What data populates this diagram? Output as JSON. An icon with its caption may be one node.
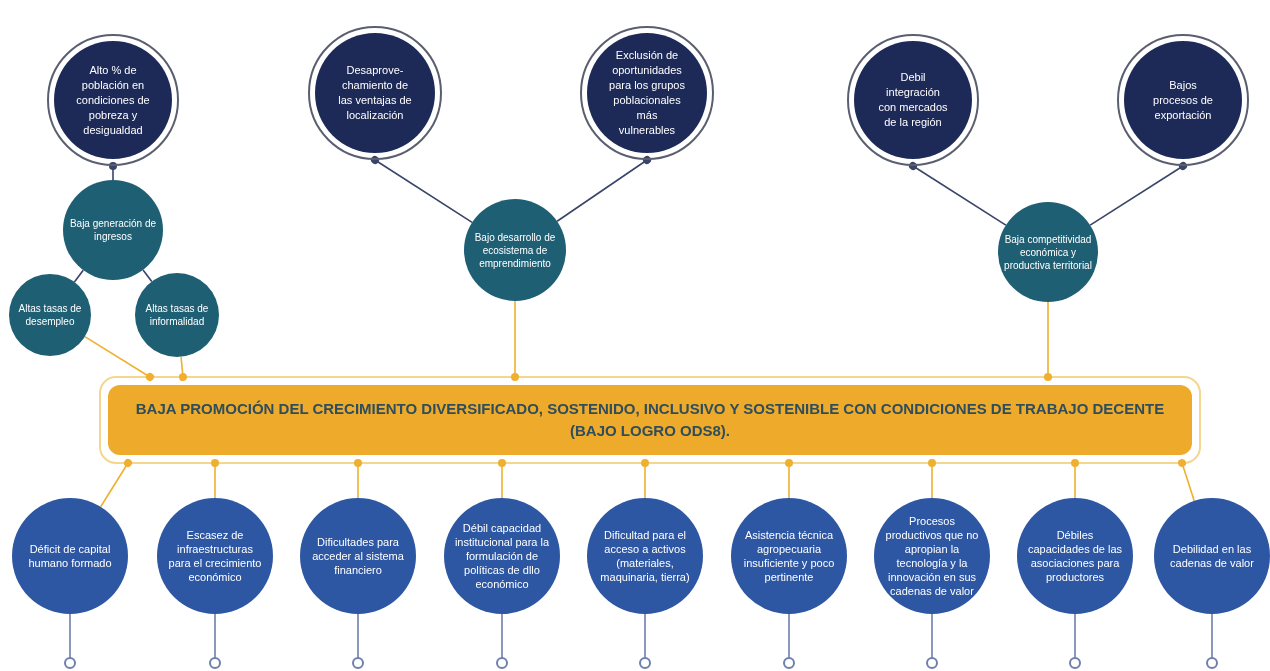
{
  "diagram": {
    "nodes": [
      {
        "text": [
          "Alto % de población en condiciones de pobreza y desigualdad"
        ]
      },
      {
        "text": [
          "Desaprove-chamiento de las ventajas de localización"
        ]
      },
      {
        "text": [
          "Exclusión de oportunidades para los grupos poblacionales más vulnerables"
        ]
      },
      {
        "text": [
          "Debil integración con mercados de la región"
        ]
      },
      {
        "text": [
          "Bajos procesos de exportación"
        ]
      },
      {
        "text": [
          "Baja generación de ingresos"
        ]
      },
      {
        "text": [
          "Altas tasas de desempleo"
        ]
      },
      {
        "text": [
          "Altas tasas de informalidad"
        ]
      },
      {
        "text": [
          "Bajo desarrollo de ecosistema de emprendimiento"
        ]
      },
      {
        "text": [
          "Baja competitividad económica y productiva territorial"
        ]
      },
      {
        "text": [
          "BAJA PROMOCIÓN DEL CRECIMIENTO DIVERSIFICADO, SOSTENIDO, INCLUSIVO Y SOSTENIBLE CON CONDICIONES DE TRABAJO DECENTE (BAJO LOGRO ODS8)."
        ]
      },
      {
        "text": [
          "Déficit de capital humano formado"
        ]
      },
      {
        "text": [
          "Escasez de infraestructuras para el crecimiento económico"
        ]
      },
      {
        "text": [
          "Dificultades para acceder al sistema financiero"
        ]
      },
      {
        "text": [
          "Débil capacidad institucional para la formulación de políticas de dllo económico"
        ]
      },
      {
        "text": [
          "Dificultad para el acceso a activos (materiales, maquinaria, tierra)"
        ]
      },
      {
        "text": [
          "Asistencia técnica agropecuaria insuficiente y poco pertinente"
        ]
      },
      {
        "text": [
          "Procesos productivos que no apropian la tecnología y la innovación en sus cadenas de valor"
        ]
      },
      {
        "text": [
          "Débiles capacidades de las asociaciones para productores"
        ]
      },
      {
        "text": [
          "Debilidad en las cadenas de valor"
        ]
      }
    ],
    "edges": [
      {
        "from": 0,
        "to": 5,
        "arrow": "other",
        "color": "#3a4468"
      },
      {
        "from": 5,
        "to": 6,
        "arrow": "none",
        "color": "#3a4468"
      },
      {
        "from": 5,
        "to": 7,
        "arrow": "none",
        "color": "#3a4468"
      },
      {
        "from": 1,
        "to": 8,
        "arrow": "other",
        "color": "#3a4468"
      },
      {
        "from": 2,
        "to": 8,
        "arrow": "other",
        "color": "#3a4468"
      },
      {
        "from": 3,
        "to": 9,
        "arrow": "other",
        "color": "#3a4468"
      },
      {
        "from": 4,
        "to": 9,
        "arrow": "other",
        "color": "#3a4468"
      },
      {
        "from": 10,
        "to": 6,
        "arrow": "other"
      },
      {
        "from": 10,
        "to": 7,
        "arrow": "other"
      },
      {
        "from": 10,
        "to": 8,
        "arrow": "other"
      },
      {
        "from": 10,
        "to": 9,
        "arrow": "other"
      },
      {
        "from": 10,
        "to": 11,
        "arrow": "other"
      },
      {
        "from": 10,
        "to": 12,
        "arrow": "other"
      },
      {
        "from": 10,
        "to": 13,
        "arrow": "other"
      },
      {
        "from": 10,
        "to": 14,
        "arrow": "other"
      },
      {
        "from": 10,
        "to": 15,
        "arrow": "other"
      },
      {
        "from": 10,
        "to": 16,
        "arrow": "other"
      },
      {
        "from": 10,
        "to": 17,
        "arrow": "other"
      },
      {
        "from": 10,
        "to": 18,
        "arrow": "other"
      },
      {
        "from": 10,
        "to": 19,
        "arrow": "other"
      },
      {
        "from": null,
        "to": 11,
        "arrow": "other",
        "color": "#6f7fae"
      },
      {
        "from": null,
        "to": 12,
        "arrow": "other",
        "color": "#6f7fae"
      },
      {
        "from": null,
        "to": 13,
        "arrow": "other",
        "color": "#6f7fae"
      },
      {
        "from": null,
        "to": 14,
        "arrow": "other",
        "color": "#6f7fae"
      },
      {
        "from": null,
        "to": 15,
        "arrow": "other",
        "color": "#6f7fae"
      },
      {
        "from": null,
        "to": 16,
        "arrow": "other",
        "color": "#6f7fae"
      },
      {
        "from": null,
        "to": 17,
        "arrow": "other",
        "color": "#6f7fae"
      },
      {
        "from": null,
        "to": 18,
        "arrow": "other",
        "color": "#6f7fae"
      },
      {
        "from": null,
        "to": 19,
        "arrow": "other",
        "color": "#6f7fae"
      }
    ]
  }
}
